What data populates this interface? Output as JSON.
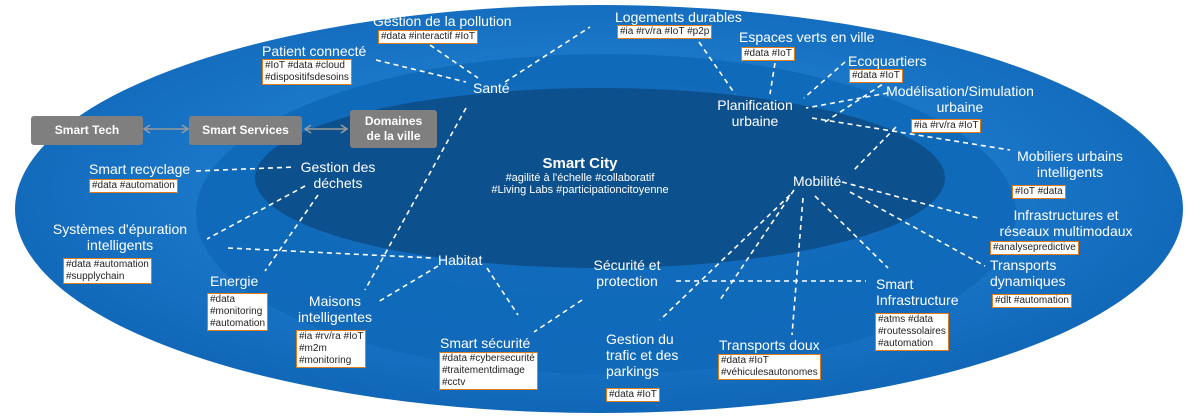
{
  "center": {
    "title": "Smart City",
    "tags_line1": "#agilité à l'échelle #collaboratif",
    "tags_line2": "#Living Labs #participationcitoyenne"
  },
  "header": {
    "smart_tech": "Smart Tech",
    "smart_services": "Smart Services",
    "domaines_line1": "Domaines",
    "domaines_line2": "de la ville"
  },
  "hubs": {
    "sante": "Santé",
    "planification_line1": "Planification",
    "planification_line2": "urbaine",
    "dechets_line1": "Gestion des",
    "dechets_line2": "déchets",
    "mobilite": "Mobilité",
    "habitat": "Habitat",
    "securite_line1": "Sécurité et",
    "securite_line2": "protection"
  },
  "leaves": {
    "pollution": {
      "label": "Gestion de la pollution",
      "tags": [
        "#data #interactif #IoT"
      ]
    },
    "patient": {
      "label": "Patient connecté",
      "tags": [
        "#IoT #data #cloud",
        "#dispositifsdesoins"
      ]
    },
    "logements": {
      "label": "Logements durables",
      "tags": [
        "#ia #rv/ra #IoT #p2p"
      ]
    },
    "espaces": {
      "label": "Espaces verts en ville",
      "tags": [
        "#data #IoT"
      ]
    },
    "ecoquartiers": {
      "label": "Ecoquartiers",
      "tags": [
        "#data #IoT"
      ]
    },
    "modelisation": {
      "label_line1": "Modélisation/Simulation",
      "label_line2": "urbaine",
      "tags": [
        "#ia #rv/ra #IoT"
      ]
    },
    "mobiliers": {
      "label_line1": "Mobiliers urbains",
      "label_line2": "intelligents",
      "tags": [
        "#IoT #data"
      ]
    },
    "recyclage": {
      "label": "Smart recyclage",
      "tags": [
        "#data #automation"
      ]
    },
    "epuration": {
      "label_line1": "Systèmes d'épuration",
      "label_line2": "intelligents",
      "tags": [
        "#data #automation",
        "#supplychain"
      ]
    },
    "infrastructures": {
      "label_line1": "Infrastructures et",
      "label_line2": "réseaux multimodaux",
      "tags": [
        "#analysepredictive"
      ]
    },
    "transports_dyn": {
      "label_line1": "Transports",
      "label_line2": "dynamiques",
      "tags": [
        "#dlt #automation"
      ]
    },
    "energie": {
      "label": "Energie",
      "tags": [
        "#data",
        "#monitoring",
        "#automation"
      ]
    },
    "maisons": {
      "label_line1": "Maisons",
      "label_line2": "intelligentes",
      "tags": [
        "#ia #rv/ra #IoT",
        "#m2m",
        "#monitoring"
      ]
    },
    "smart_securite": {
      "label": "Smart sécurité",
      "tags": [
        "#data #cybersecurité",
        "#traitementdimage",
        "#cctv"
      ]
    },
    "trafic": {
      "label_line1": "Gestion du",
      "label_line2": "trafic et des",
      "label_line3": "parkings",
      "tags": [
        "#data #IoT"
      ]
    },
    "transports_doux": {
      "label": "Transports doux",
      "tags": [
        "#data #IoT",
        "#véhiculesautonomes"
      ]
    },
    "smart_infra": {
      "label_line1": "Smart",
      "label_line2": "Infrastructure",
      "tags": [
        "#atms #data",
        "#routessolaires",
        "#automation"
      ]
    }
  },
  "colors": {
    "outer_ellipse": "#1a7dd0",
    "middle_ellipse": "#0f60aa",
    "inner_ellipse": "#0d4f8c",
    "header_box": "#7f7f7f",
    "tag_border": "#e07b1a",
    "connector": "#ffffff"
  }
}
